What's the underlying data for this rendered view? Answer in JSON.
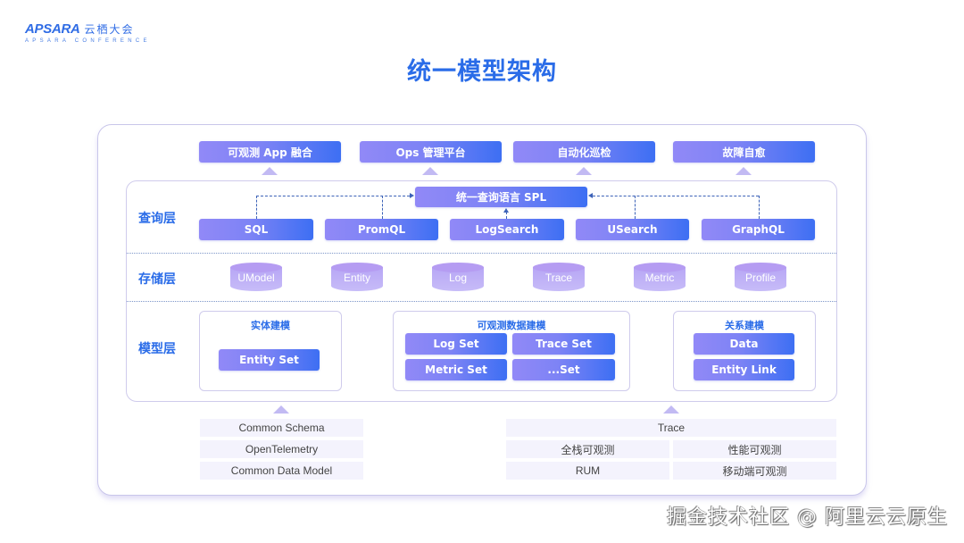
{
  "logo": {
    "brand": "APSARA",
    "chinese": "云栖大会",
    "subtitle": "APSARA CONFERENCE",
    "color": "#2f6ce5"
  },
  "title": "统一模型架构",
  "top_apps": [
    {
      "label": "可观测 App 融合"
    },
    {
      "label": "Ops 管理平台"
    },
    {
      "label": "自动化巡检"
    },
    {
      "label": "故障自愈"
    }
  ],
  "query_layer": {
    "label": "查询层",
    "spl": "统一查询语言 SPL",
    "languages": [
      {
        "label": "SQL"
      },
      {
        "label": "PromQL"
      },
      {
        "label": "LogSearch"
      },
      {
        "label": "USearch"
      },
      {
        "label": "GraphQL"
      }
    ]
  },
  "storage_layer": {
    "label": "存储层",
    "stores": [
      {
        "label": "UModel"
      },
      {
        "label": "Entity"
      },
      {
        "label": "Log"
      },
      {
        "label": "Trace"
      },
      {
        "label": "Metric"
      },
      {
        "label": "Profile"
      }
    ]
  },
  "model_layer": {
    "label": "模型层",
    "entity_modeling": {
      "title": "实体建模",
      "items": [
        {
          "label": "Entity Set"
        }
      ]
    },
    "observability_modeling": {
      "title": "可观测数据建模",
      "items": [
        {
          "label": "Log Set"
        },
        {
          "label": "Trace Set"
        },
        {
          "label": "Metric Set"
        },
        {
          "label": "...Set"
        }
      ]
    },
    "relation_modeling": {
      "title": "关系建模",
      "items": [
        {
          "label": "Data"
        },
        {
          "label": "Entity Link"
        }
      ]
    }
  },
  "foundations_left": [
    {
      "label": "Common Schema"
    },
    {
      "label": "OpenTelemetry"
    },
    {
      "label": "Common Data Model"
    }
  ],
  "foundations_right": {
    "header": "Trace",
    "cells": [
      {
        "label": "全栈可观测"
      },
      {
        "label": "性能可观测"
      },
      {
        "label": "RUM"
      },
      {
        "label": "移动端可观测"
      }
    ]
  },
  "watermark": "掘金技术社区 @ 阿里云云原生",
  "colors": {
    "accent": "#2a6ce8",
    "gradient_start": "#9189f7",
    "gradient_end": "#3d6ff3",
    "cylinder": "#b7a6f5",
    "frame_border": "#c9c6ea",
    "dashed_line": "#3d63b8"
  }
}
